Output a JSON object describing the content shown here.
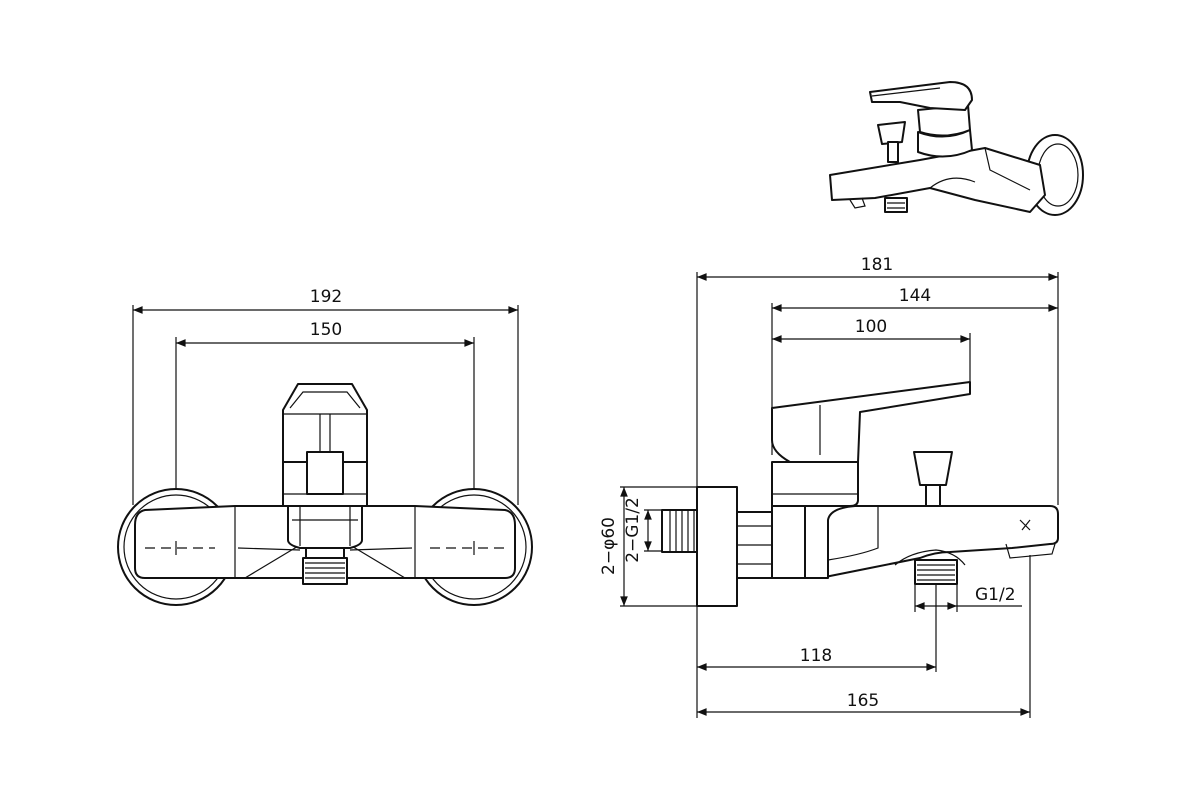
{
  "colors": {
    "line": "#111111",
    "background": "#ffffff"
  },
  "front_view": {
    "dim_overall_width": "192",
    "dim_center_distance": "150"
  },
  "side_view": {
    "dim_total_depth": "181",
    "dim_spout_depth": "144",
    "dim_handle_depth": "100",
    "dim_outlet_offset": "118",
    "dim_spout_reach": "165",
    "label_flange_diameter": "2−φ60",
    "label_inlet_thread": "2−G1/2",
    "label_outlet_thread": "G1/2"
  },
  "perspective_view": {
    "icon": "faucet-isometric-icon"
  }
}
